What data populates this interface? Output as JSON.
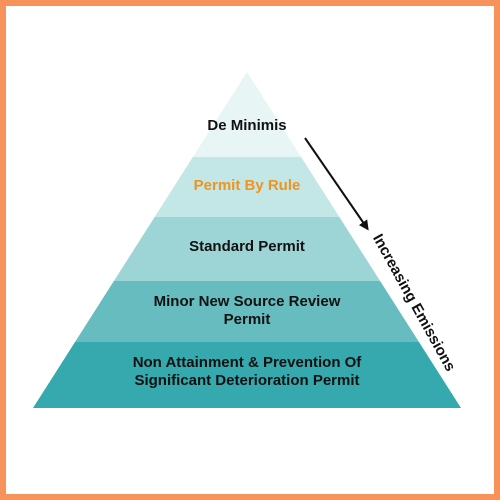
{
  "diagram": {
    "tiers": [
      {
        "label_lines": [
          "De Minimis"
        ],
        "fill": "#e8f5f5",
        "text_color": "#111111"
      },
      {
        "label_lines": [
          "Permit By Rule"
        ],
        "fill": "#c3e6e7",
        "text_color": "#f0941e"
      },
      {
        "label_lines": [
          "Standard Permit"
        ],
        "fill": "#9dd5d6",
        "text_color": "#111111"
      },
      {
        "label_lines": [
          "Minor New Source Review",
          "Permit"
        ],
        "fill": "#66bcbe",
        "text_color": "#111111"
      },
      {
        "label_lines": [
          "Non Attainment & Prevention Of",
          "Significant Deterioration Permit"
        ],
        "fill": "#35a9ad",
        "text_color": "#111111"
      }
    ],
    "arrow_label": "Increasing Emissions",
    "frame_color": "#f7935a"
  }
}
